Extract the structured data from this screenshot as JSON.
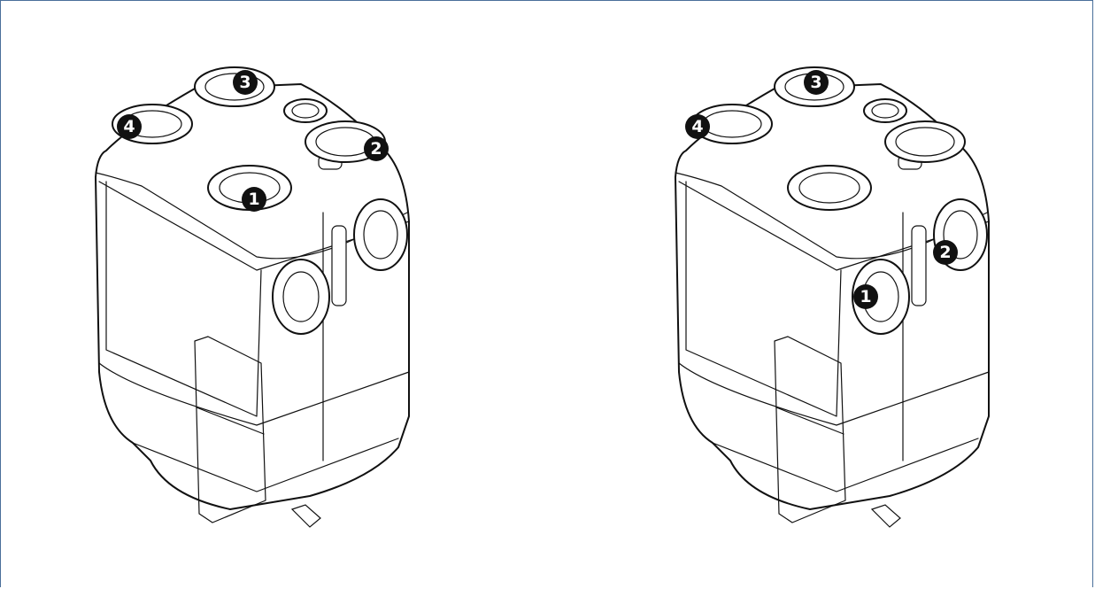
{
  "units": [
    {
      "name": "unit-left",
      "badges": [
        "1",
        "2",
        "3",
        "4"
      ]
    },
    {
      "name": "unit-right",
      "badges": [
        "1",
        "2",
        "3",
        "4"
      ]
    }
  ],
  "colors": {
    "frame": "#4a6f9a",
    "line": "#111111",
    "badge": "#111111"
  }
}
